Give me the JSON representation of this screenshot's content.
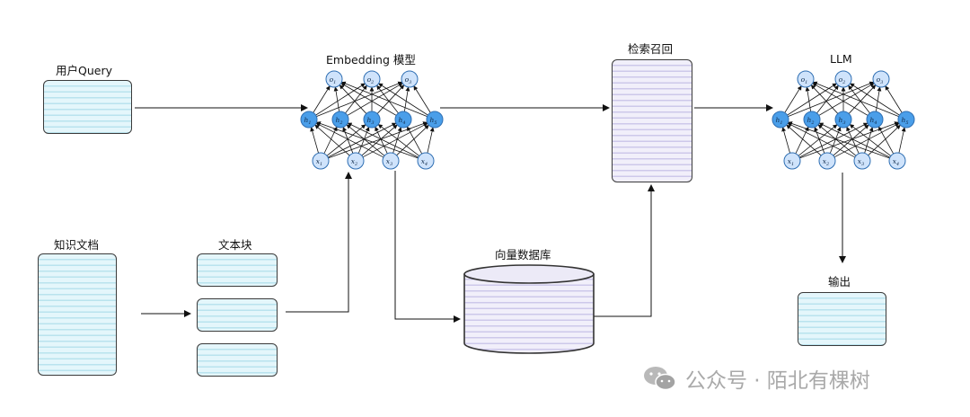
{
  "labels": {
    "user_query": "用户Query",
    "embedding_model": "Embedding 模型",
    "retrieval": "检索召回",
    "llm": "LLM",
    "knowledge_docs": "知识文档",
    "text_chunks": "文本块",
    "vector_db": "向量数据库",
    "output": "输出"
  },
  "network": {
    "outputs": [
      "o1",
      "o2",
      "o3"
    ],
    "hidden": [
      "h1",
      "h2",
      "h3",
      "h4",
      "h5"
    ],
    "inputs": [
      "x1",
      "x2",
      "x3",
      "x4"
    ]
  },
  "watermark": "公众号 · 陌北有棵树",
  "colors": {
    "card_blue_stripe": "#b9e3ee",
    "card_purple_stripe": "#cdc8ea",
    "node_light": "#cfe3fb",
    "node_hidden": "#4a9ee9",
    "node_border": "#2f6fb3"
  }
}
